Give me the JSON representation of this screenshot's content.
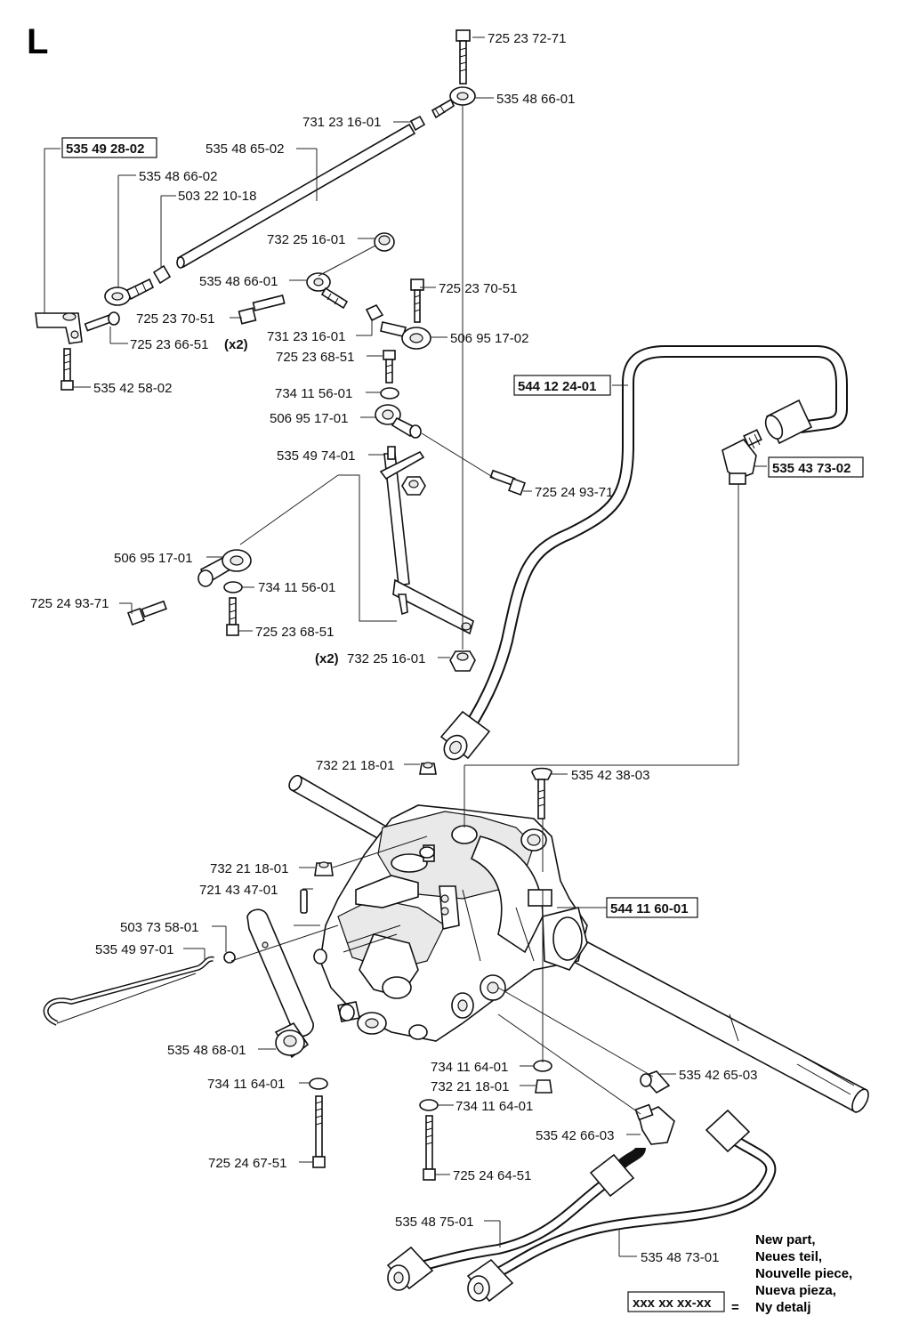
{
  "section_letter": "L",
  "labels": {
    "l01": "725 23 72-71",
    "l02": "535 48 66-01",
    "l03": "731 23 16-01",
    "l04": "535 48 65-02",
    "l05": "535 49 28-02",
    "l06": "535 48 66-02",
    "l07": "503 22 10-18",
    "l08": "732 25 16-01",
    "l09": "535 48 66-01",
    "l10": "725 23 70-51",
    "l11": "725 23 70-51",
    "l12": "725 23 66-51",
    "l12x": "(x2)",
    "l13": "731 23 16-01",
    "l14": "506 95 17-02",
    "l15": "535 42 58-02",
    "l16": "725 23 68-51",
    "l17": "734 11 56-01",
    "l18": "506 95 17-01",
    "l19": "535 49 74-01",
    "l20": "725 24 93-71",
    "l21": "544 12 24-01",
    "l22": "535 43 73-02",
    "l23": "506 95 17-01",
    "l24": "734 11 56-01",
    "l25": "725 24 93-71",
    "l26": "725 23 68-51",
    "l27x": "(x2)",
    "l27": "732 25 16-01",
    "l28": "732 21 18-01",
    "l29": "535 42 38-03",
    "l30": "732 21 18-01",
    "l31": "721 43 47-01",
    "l32": "544 11 60-01",
    "l33": "503 73 58-01",
    "l34": "535 49 97-01",
    "l35": "535 48 68-01",
    "l36": "734 11 64-01",
    "l37": "734 11 64-01",
    "l38": "732 21 18-01",
    "l39": "535 42 65-03",
    "l40": "734 11 64-01",
    "l41": "535 42 66-03",
    "l42": "725 24 67-51",
    "l43": "725 24 64-51",
    "l44": "535 48 75-01",
    "l45": "535 48 73-01"
  },
  "legend": {
    "sample": "xxx xx xx-xx",
    "equals": "=",
    "lines": [
      "New part,",
      "Neues teil,",
      "Nouvelle piece,",
      "Nueva pieza,",
      "Ny detalj"
    ]
  }
}
